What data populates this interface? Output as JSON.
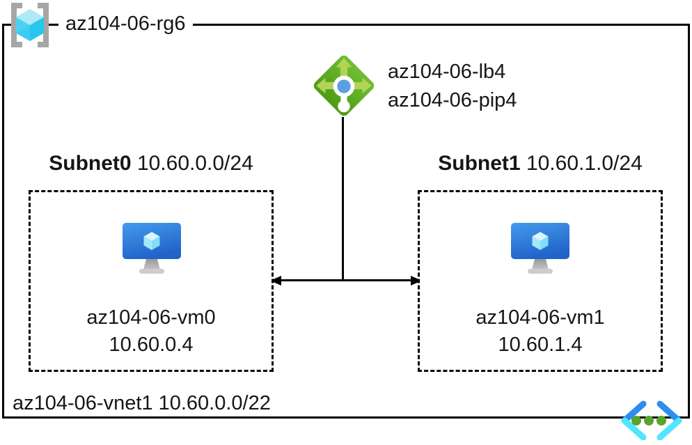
{
  "diagram": {
    "resource_group": {
      "label": "az104-06-rg6"
    },
    "load_balancer": {
      "name": "az104-06-lb4",
      "public_ip": "az104-06-pip4"
    },
    "subnets": [
      {
        "name": "Subnet0",
        "cidr": "10.60.0.0/24",
        "vm": {
          "name": "az104-06-vm0",
          "ip": "10.60.0.4"
        }
      },
      {
        "name": "Subnet1",
        "cidr": "10.60.1.0/24",
        "vm": {
          "name": "az104-06-vm1",
          "ip": "10.60.1.4"
        }
      }
    ],
    "vnet": {
      "name": "az104-06-vnet1",
      "cidr": "10.60.0.0/22"
    },
    "colors": {
      "lb_green": "#5FAD24",
      "lb_arrow_green": "#AED557",
      "lb_dot_blue": "#5B9FE2",
      "vm_screen_blue": "#3079D8",
      "cube_cyan": "#4CD3F2",
      "vnet_chevron_blue": "#2E8DEF",
      "vnet_chevron_cyan": "#50E6FF",
      "vnet_dot_green": "#58A42C",
      "bracket_gray": "#A6A6A6",
      "line_black": "#000000"
    }
  }
}
